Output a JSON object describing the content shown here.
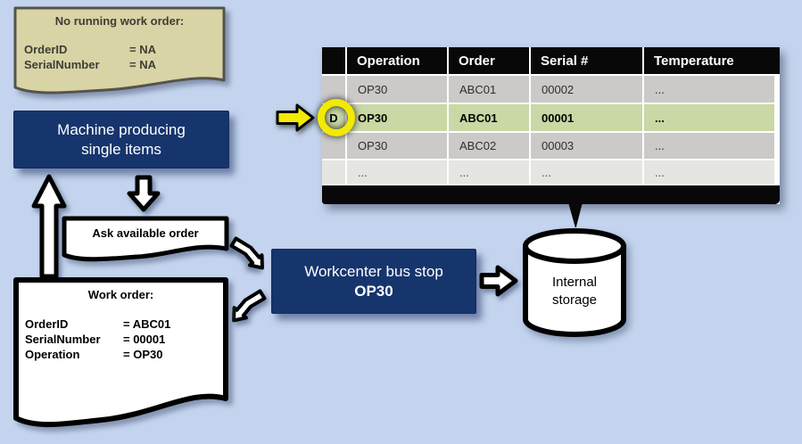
{
  "colors": {
    "background": "#c4d4ee",
    "navy_box": "#16356d",
    "note_fill": "#d8d4a6",
    "note_border": "#55534b",
    "table_header_bg": "#080808",
    "row_gray": "#cbcac8",
    "row_highlight_green": "#c9d8a4",
    "row_light_gray": "#e5e5e1",
    "highlight_ring_yellow": "#f2ea00",
    "pointer_arrow_yellow": "#f2ea00",
    "shape_outline": "#000000"
  },
  "note_box": {
    "title": "No running work order:",
    "fields": [
      {
        "label": "OrderID",
        "value": "= NA"
      },
      {
        "label": "SerialNumber",
        "value": "= NA"
      }
    ]
  },
  "machine_box": {
    "line1": "Machine producing",
    "line2": "single items"
  },
  "ask_order_label": "Ask available order",
  "work_order": {
    "title": "Work order:",
    "fields": [
      {
        "label": "OrderID",
        "value": "= ABC01"
      },
      {
        "label": "SerialNumber",
        "value": "= 00001"
      },
      {
        "label": "Operation",
        "value": "= OP30"
      }
    ]
  },
  "workcenter_box": {
    "line1": "Workcenter bus stop",
    "line2": "OP30"
  },
  "storage": {
    "line1": "Internal",
    "line2": "storage"
  },
  "table": {
    "headers": [
      "",
      "Operation",
      "Order",
      "Serial #",
      "Temperature"
    ],
    "rows": [
      {
        "marker": "",
        "operation": "OP30",
        "order": "ABC01",
        "serial": "00002",
        "temperature": "..."
      },
      {
        "marker": "D",
        "operation": "OP30",
        "order": "ABC01",
        "serial": "00001",
        "temperature": "..."
      },
      {
        "marker": "",
        "operation": "OP30",
        "order": "ABC02",
        "serial": "00003",
        "temperature": "..."
      },
      {
        "marker": "",
        "operation": "...",
        "order": "...",
        "serial": "...",
        "temperature": "..."
      }
    ]
  }
}
